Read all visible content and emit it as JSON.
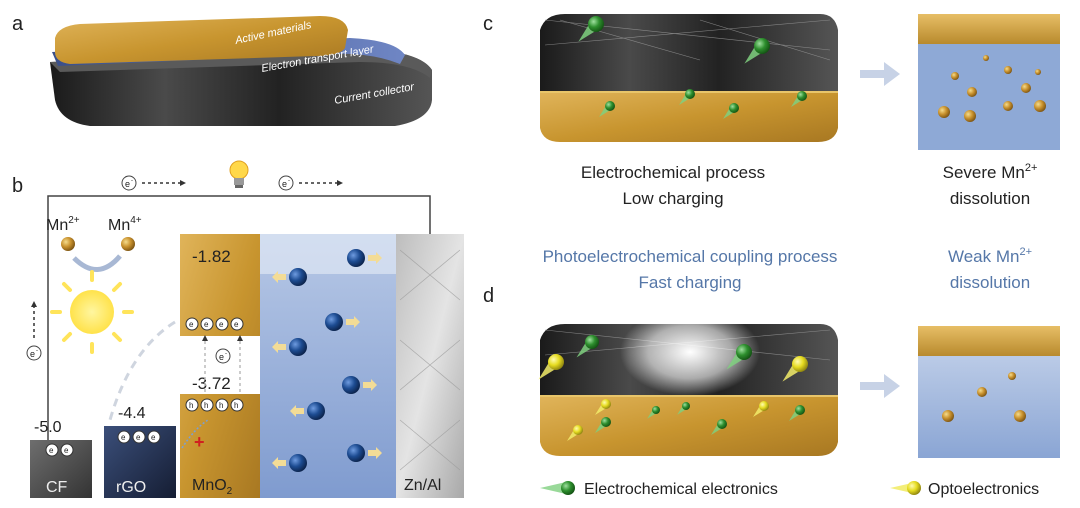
{
  "panels": {
    "a": "a",
    "b": "b",
    "c": "c",
    "d": "d"
  },
  "panel_a": {
    "layer_top": "Active materials",
    "layer_mid": "Electron transport layer",
    "layer_bottom": "Current collector"
  },
  "panel_b": {
    "mn2": "Mn",
    "mn2_sup": "2+",
    "mn4": "Mn",
    "mn4_sup": "4+",
    "electron": "e",
    "electron_sup": "-",
    "hole": "h",
    "hole_sup": "+",
    "cb_level": "-1.82",
    "vb_level": "-3.72",
    "cf_level": "-5.0",
    "rgo_level": "-4.4",
    "cf_label": "CF",
    "rgo_label": "rGO",
    "mno2_label": "MnO",
    "mno2_sub": "2",
    "anode_label": "Zn/Al",
    "block_mark": "+"
  },
  "panel_c": {
    "caption_line1": "Electrochemical process",
    "caption_line2": "Low charging",
    "result_line1_prefix": "Severe Mn",
    "result_line1_sup": "2+",
    "result_line2": "dissolution"
  },
  "panel_d": {
    "caption_line1": "Photoelectrochemical coupling process",
    "caption_line2": "Fast charging",
    "result_line1_prefix": "Weak Mn",
    "result_line1_sup": "2+",
    "result_line2": "dissolution"
  },
  "legend": {
    "electrochemical": "Electrochemical electronics",
    "opto": "Optoelectronics"
  },
  "colors": {
    "gold": "#c99a3a",
    "dark": "#2b2b2b",
    "blue_text": "#5577a8",
    "electrolyte": "#8ea9d6",
    "green": "#3a9b3a",
    "yellow": "#e8e02a"
  }
}
